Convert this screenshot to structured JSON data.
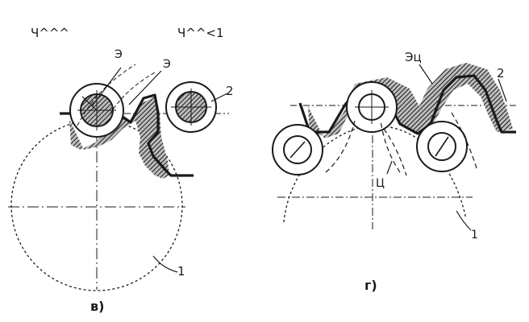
{
  "labels": {
    "top_left_a": "Ч^^^",
    "top_left_b": "Ч^^<1",
    "e_1": "Э",
    "e_2": "Э",
    "num_2_left": "2",
    "num_1_left": "1",
    "caption_left": "в)",
    "e_c": "Эц",
    "num_2_right": "2",
    "c_label": "Ц",
    "num_1_right": "1",
    "caption_right": "г)"
  },
  "colors": {
    "ink": "#1a1a1a",
    "paper": "#ffffff"
  }
}
